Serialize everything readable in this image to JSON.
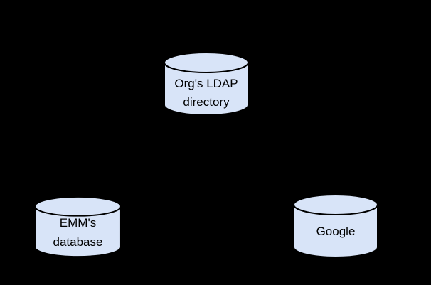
{
  "canvas": {
    "background": "#000000"
  },
  "nodes": [
    {
      "id": "orgs-ldap-directory",
      "shape": "cylinder",
      "label_lines": [
        "Org's LDAP",
        "directory"
      ],
      "fill": "#d8e4f8",
      "stroke": "#000000",
      "text_color": "#000000"
    },
    {
      "id": "emms-database",
      "shape": "cylinder",
      "label_lines": [
        "EMM's",
        "database"
      ],
      "fill": "#d8e4f8",
      "stroke": "#000000",
      "text_color": "#000000"
    },
    {
      "id": "google",
      "shape": "cylinder",
      "label_lines": [
        "Google"
      ],
      "fill": "#d8e4f8",
      "stroke": "#000000",
      "text_color": "#000000"
    }
  ]
}
